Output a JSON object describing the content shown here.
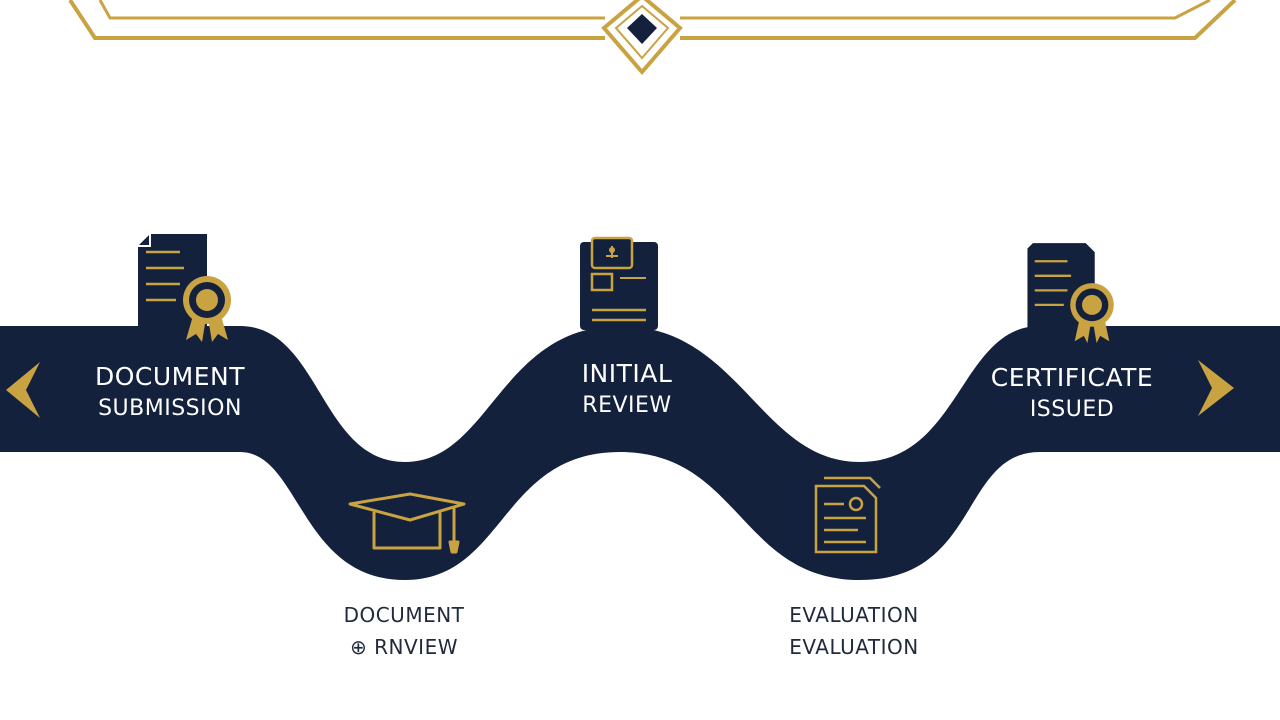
{
  "colors": {
    "navy": "#13213d",
    "gold": "#c9a342",
    "text_dark": "#1f2a3c",
    "background": "#ffffff"
  },
  "stages_on_band": [
    {
      "line1": "DOCUMENT",
      "line2": "SUBMISSION",
      "icon": "certificate-ribbon-icon"
    },
    {
      "line1": "INITIAL",
      "line2": "REVIEW",
      "icon": "clipboard-document-icon"
    },
    {
      "line1": "CERTIFICATE",
      "line2": "ISSUED",
      "icon": "certificate-ribbon-icon"
    }
  ],
  "stages_below": [
    {
      "line1": "DOCUMENT",
      "line2": "⊕ RNVIEW",
      "icon": "graduation-cap-icon"
    },
    {
      "line1": "EVALUATION",
      "line2": "EVALUATION",
      "icon": "document-icon"
    }
  ],
  "navigation": {
    "previous": "chevron-left-icon",
    "next": "chevron-right-icon"
  }
}
